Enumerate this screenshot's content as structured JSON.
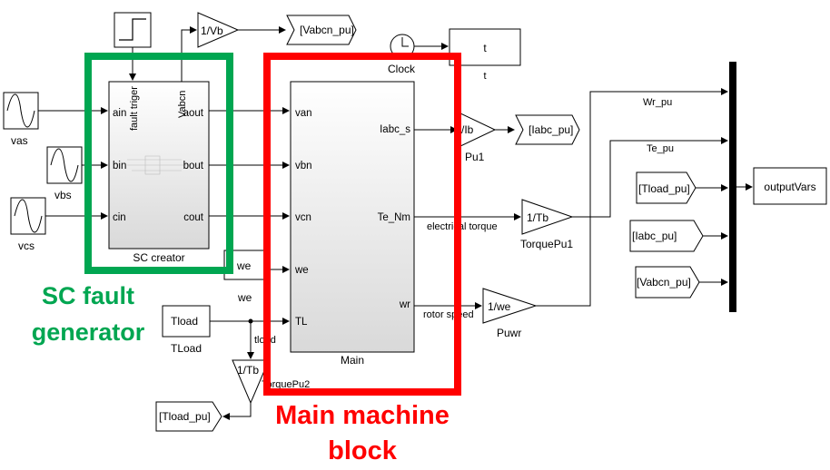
{
  "sources": {
    "vas": "vas",
    "vbs": "vbs",
    "vcs": "vcs"
  },
  "sc_creator": {
    "name": "SC creator",
    "ports_in": [
      "ain",
      "bin",
      "cin"
    ],
    "ports_out": [
      "aout",
      "bout",
      "cout"
    ],
    "top_ports": [
      "fault triger",
      "Vabcn"
    ]
  },
  "main_block": {
    "name": "Main",
    "ports_in": [
      "van",
      "vbn",
      "vcn",
      "we",
      "TL"
    ],
    "ports_out": [
      "Iabc_s",
      "Te_Nm",
      "wr"
    ]
  },
  "gains": {
    "vb": "1/Vb",
    "ib": "/Ib",
    "ib_name": "Pu1",
    "tb": "1/Tb",
    "tb_name": "TorquePu1",
    "we": "1/we",
    "we_name": "Puwr",
    "tb2": "1/Tb",
    "tb2_name": "TorquePu2"
  },
  "tags": {
    "vabcn_goto": "[Vabcn_pu]",
    "iabc_goto": "[Iabc_pu]",
    "tload_goto": "[Tload_pu]",
    "tload_from": "[Tload_pu]",
    "iabc_from": "[Iabc_pu]",
    "vabcn_from": "[Vabcn_pu]"
  },
  "blocks": {
    "clock": "Clock",
    "t_display": "t",
    "t_name": "t",
    "we_const": "we",
    "we_name": "we",
    "tload_const": "Tload",
    "tload_name": "TLoad",
    "output": "outputVars"
  },
  "signals": {
    "wr_pu": "Wr_pu",
    "te_pu": "Te_pu",
    "electrical_torque": "electrical torque",
    "rotor_speed": "rotor speed",
    "tload": "tload"
  },
  "annotations": {
    "sc_line1": "SC fault",
    "sc_line2": "generator",
    "main_line1": "Main machine",
    "main_line2": "block"
  },
  "colors": {
    "green": "#00a651",
    "red": "#ff0000"
  }
}
